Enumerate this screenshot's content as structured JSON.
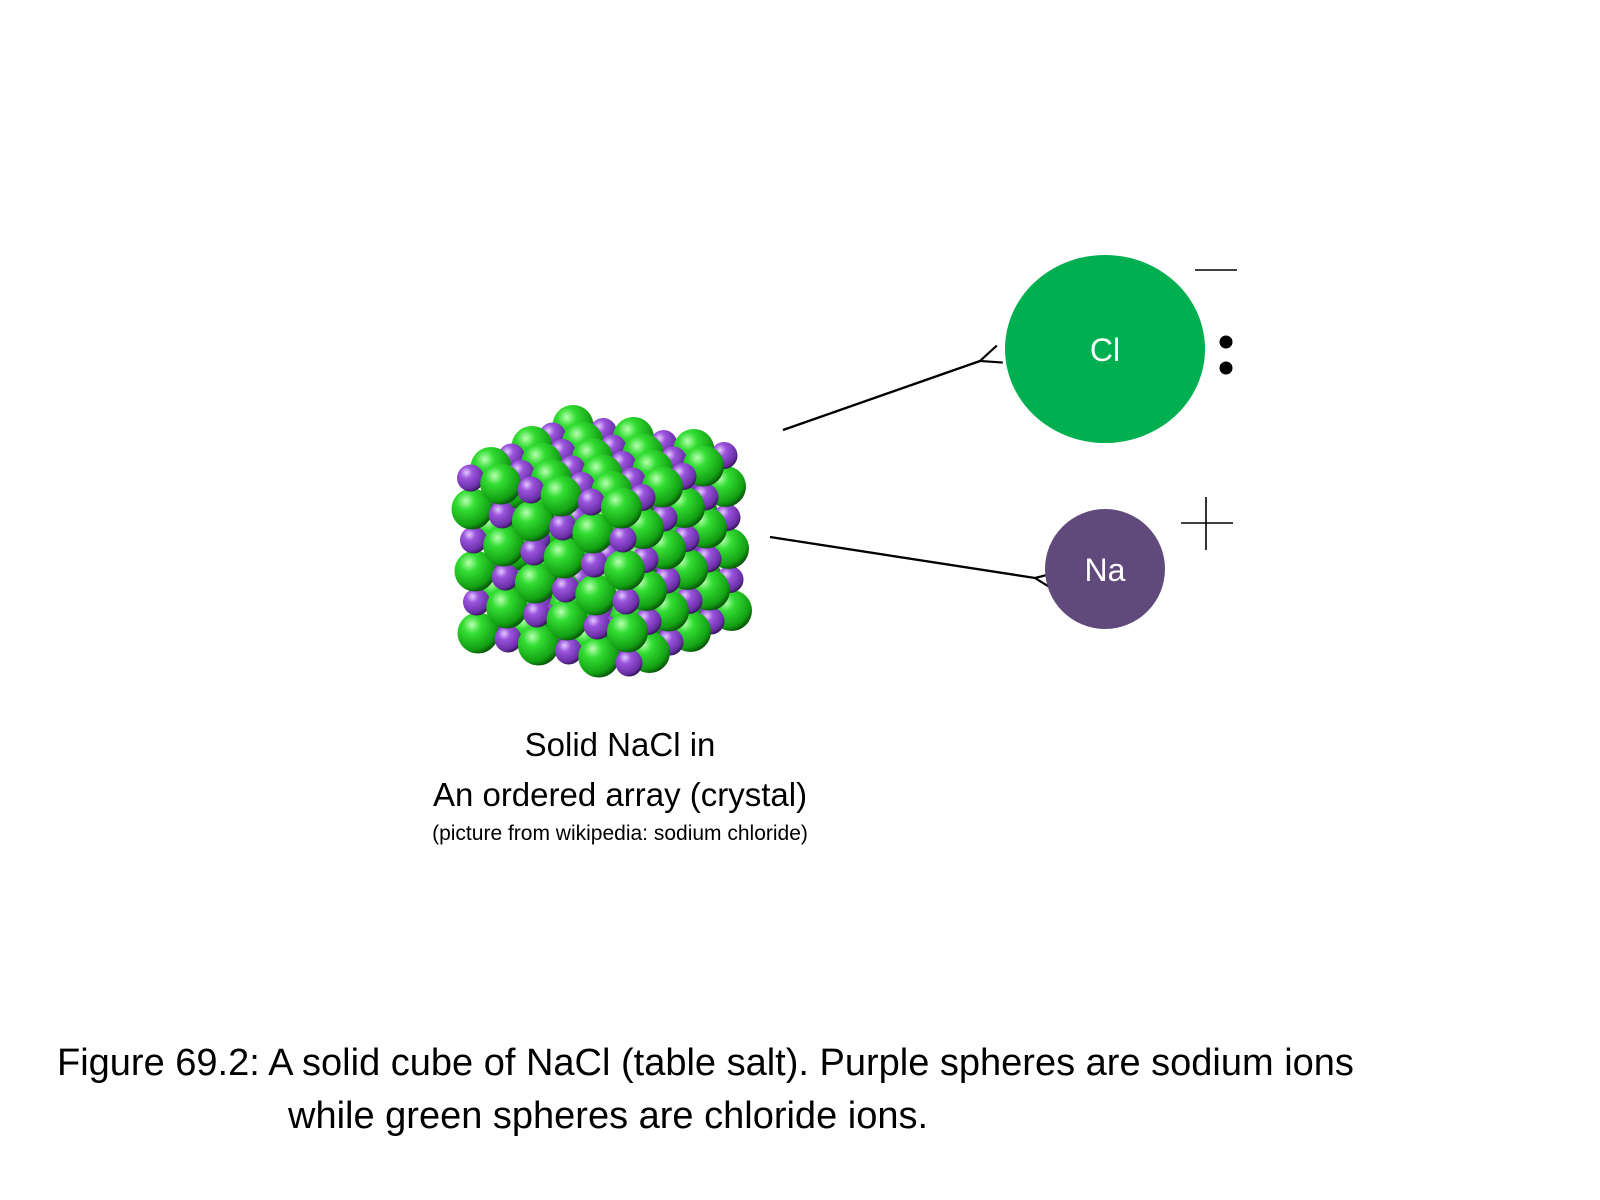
{
  "ions": {
    "chloride": {
      "symbol": "Cl",
      "charge": "minus",
      "color": "#00b050"
    },
    "sodium": {
      "symbol": "Na",
      "charge": "plus",
      "color": "#604a7b"
    }
  },
  "crystal": {
    "caption_line_1": "Solid NaCl in",
    "caption_line_2": "An ordered array (crystal)",
    "source": "(picture from wikipedia: sodium chloride)",
    "green_color": "#22cc22",
    "purple_color": "#9955dd"
  },
  "figure_caption": {
    "line_1": "Figure 69.2: A solid cube of NaCl (table salt).  Purple spheres are sodium ions",
    "line_2": "while green spheres are chloride ions."
  }
}
